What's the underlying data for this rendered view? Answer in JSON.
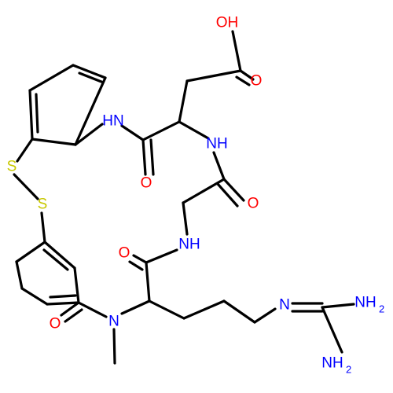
{
  "molecule": {
    "atoms": {
      "hydroxyl": "OH",
      "acid_carbonyl": "O",
      "amide_n1": "HN",
      "amide_o1": "O",
      "amide_n2": "NH",
      "amide_o2": "O",
      "amide_n3": "NH",
      "amide_o3": "O",
      "n_methyl": "N",
      "amide_o4": "O",
      "sulfur_1": "S",
      "sulfur_2": "S",
      "imine_n": "N",
      "amine_1": "NH",
      "amine_1_sub": "2",
      "amine_2": "NH",
      "amine_2_sub": "2"
    },
    "colors": {
      "bond": "#000000",
      "carbon_label": "#000000",
      "oxygen": "#ff0000",
      "nitrogen": "#0000ff",
      "sulfur": "#c8c800"
    }
  }
}
